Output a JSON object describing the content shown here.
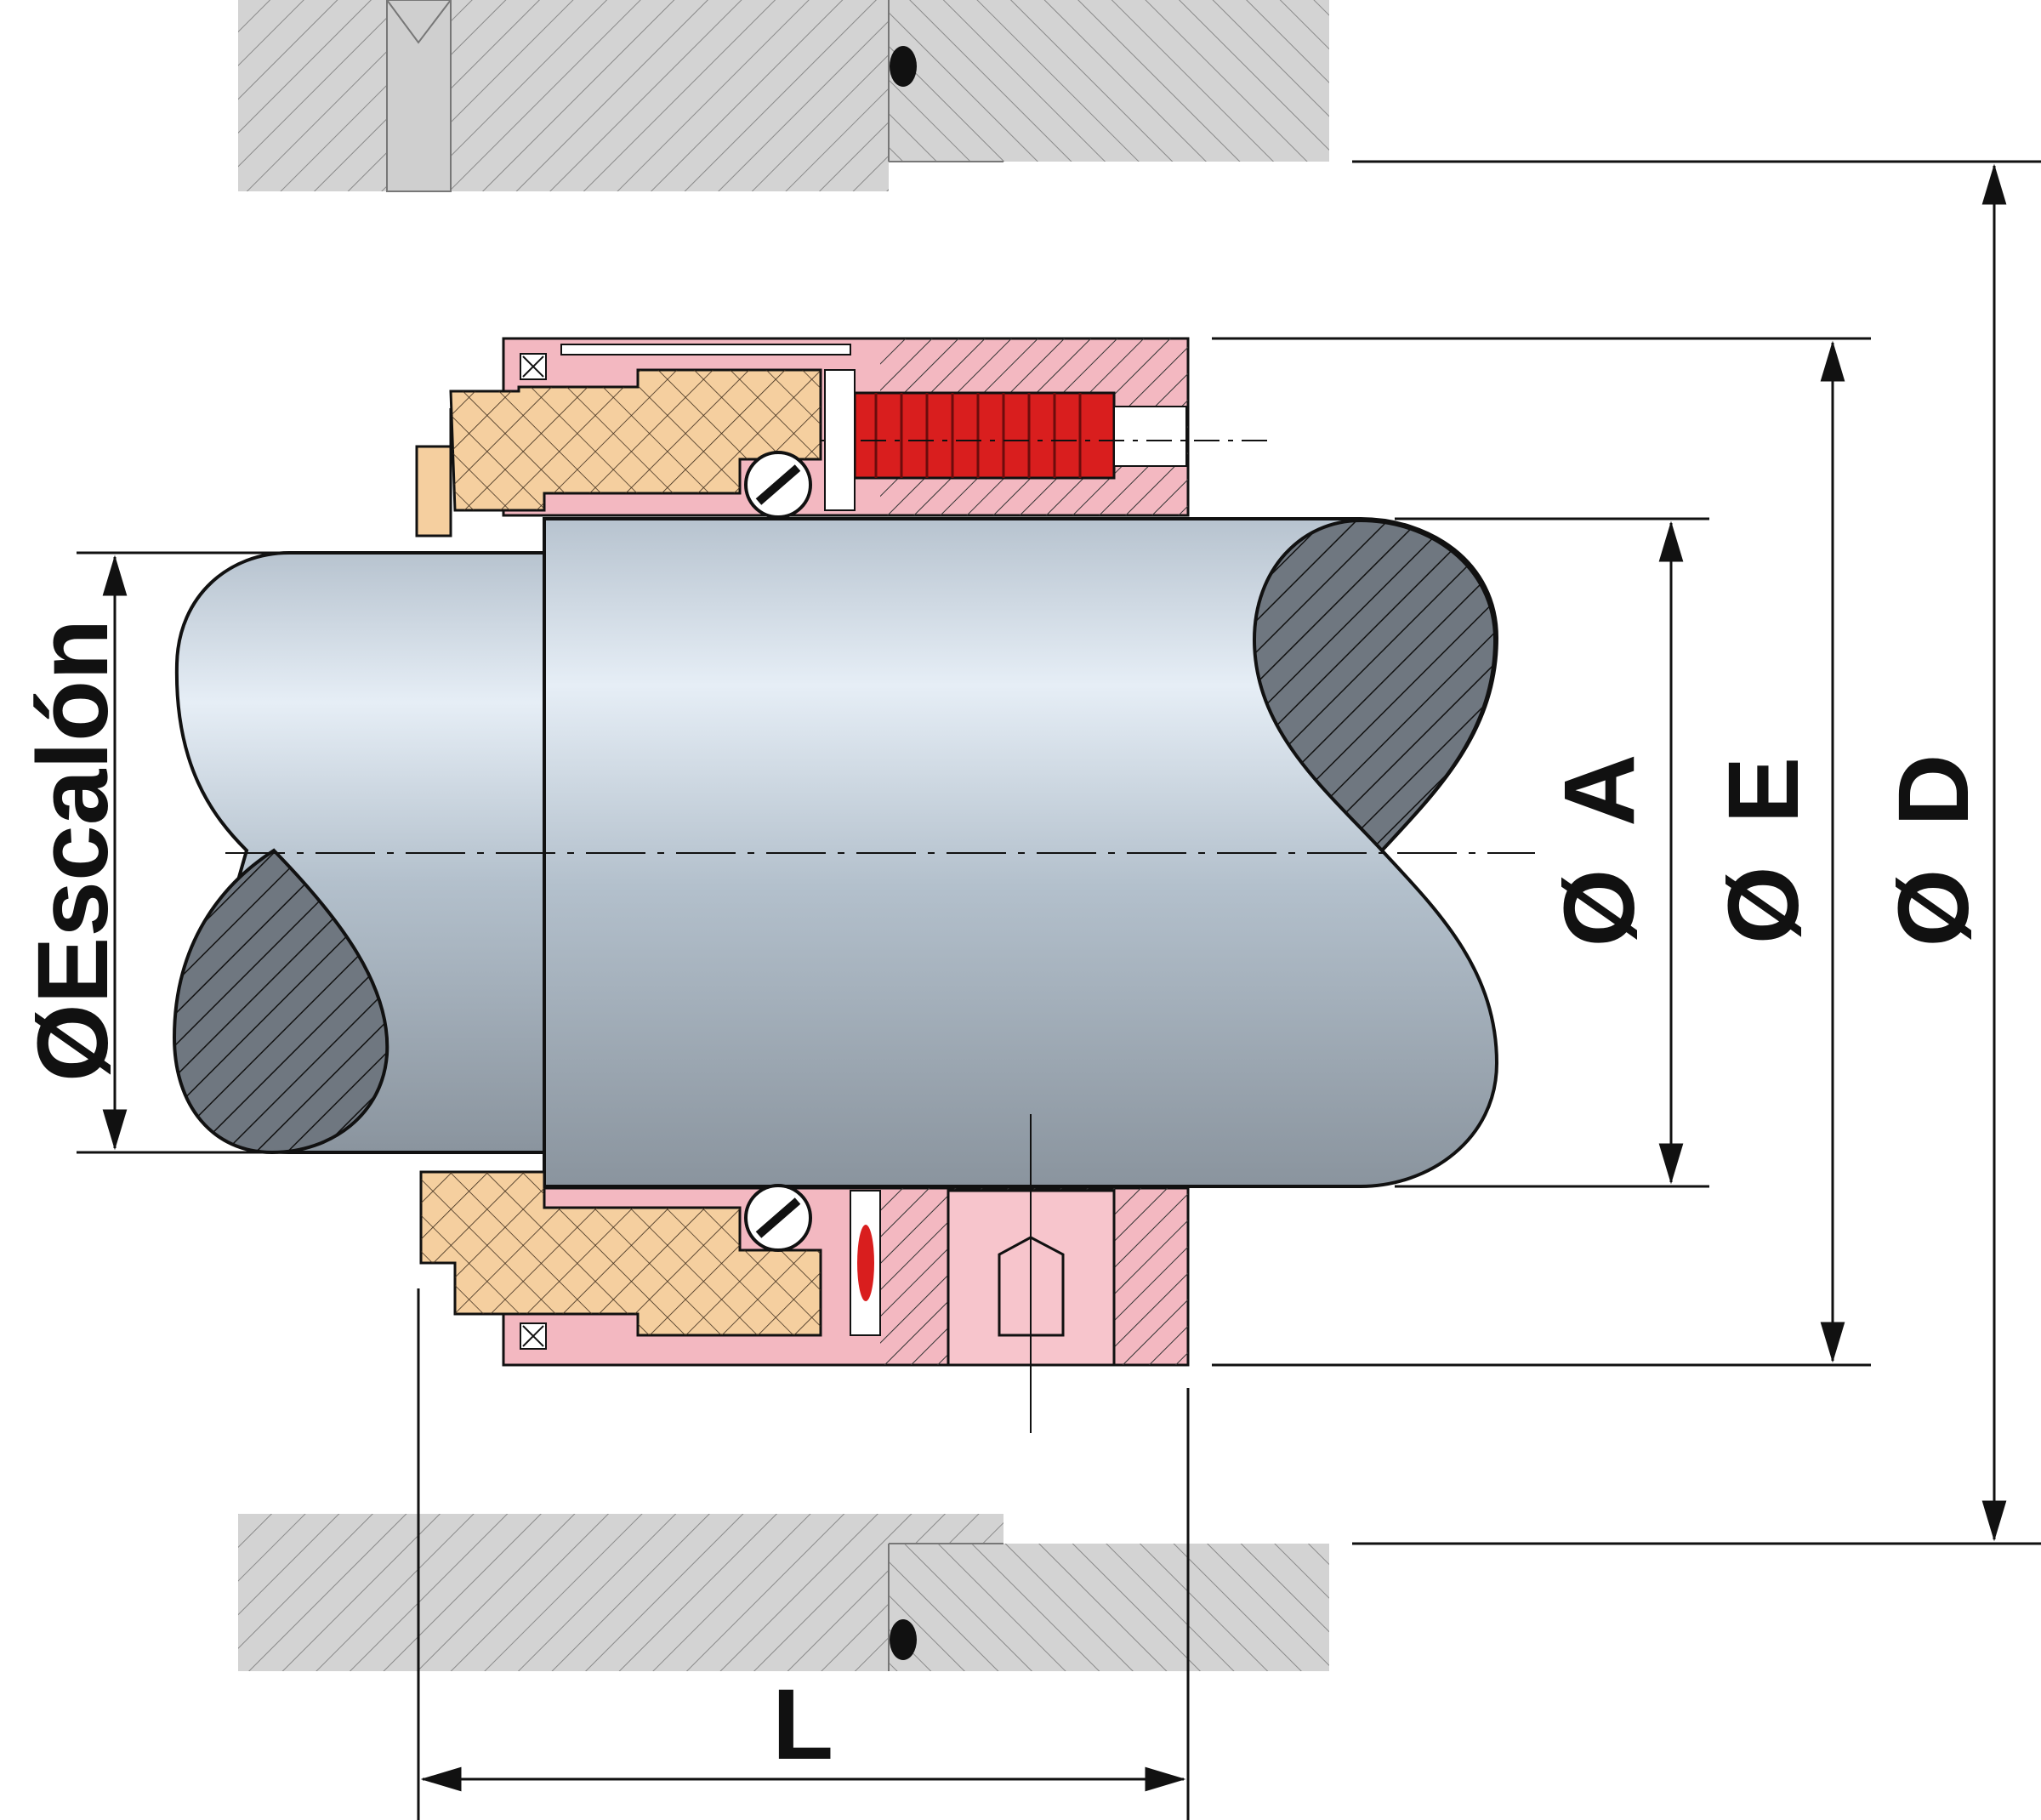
{
  "labels": {
    "diameter_symbol": "Ø",
    "escalon": "Escalón",
    "a": "A",
    "e": "E",
    "d": "D",
    "l": "L"
  },
  "colors": {
    "housing": "#d0d0d0",
    "seal_pink": "#f3b7c0",
    "seat_tan": "#f5cf9e",
    "spring_red": "#d91e1e",
    "shaft_light": "#dfe9f2",
    "shaft_dark": "#8e99a3",
    "line": "#111111"
  }
}
